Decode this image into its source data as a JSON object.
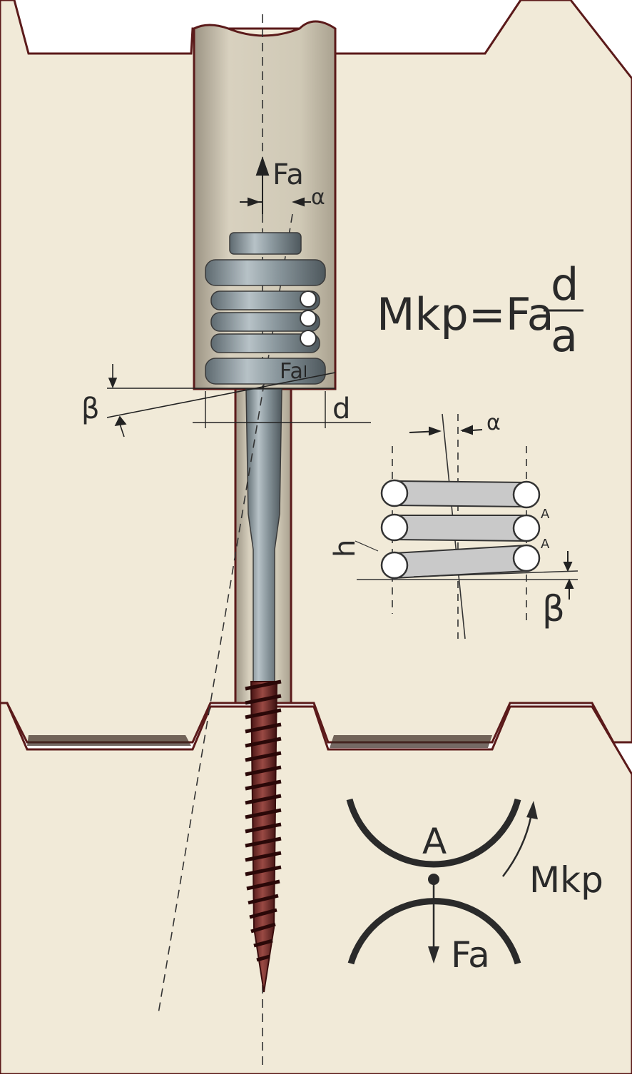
{
  "diagram": {
    "formula": {
      "lhs": "Mkp=Fa",
      "numerator": "d",
      "denominator": "a"
    },
    "labels": {
      "axial_force_top": "Fa",
      "axial_force_inner": "Fa",
      "alpha_top": "α",
      "alpha_detail": "α",
      "beta_left": "β",
      "beta_detail": "β",
      "d_dim": "d",
      "h_dim": "h",
      "contact_a1": "A",
      "contact_a2": "A",
      "contact_point": "A",
      "torque": "Mkp",
      "axial_force_bottom": "Fa"
    },
    "colors": {
      "panel": "#f1ead8",
      "panel_outline": "#5b1a1a",
      "bore": "#cfc8b6",
      "steel": "#8e9aa0",
      "screw": "#7a2a28",
      "ink": "#2a2a2a"
    }
  }
}
